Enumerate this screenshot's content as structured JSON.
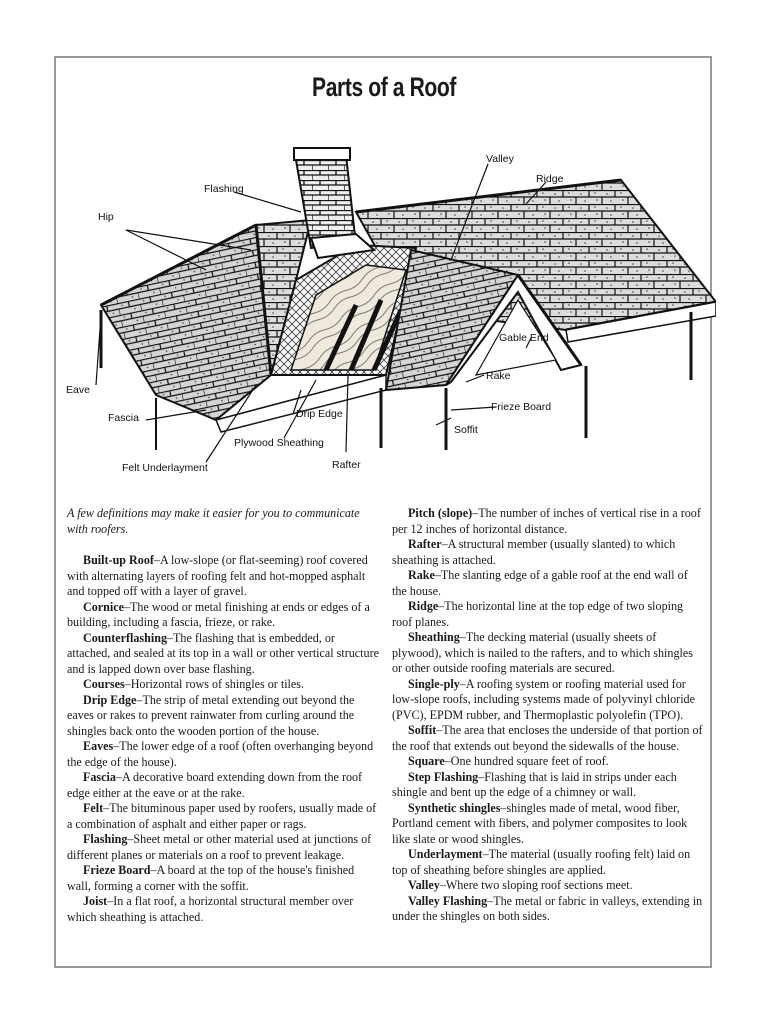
{
  "title": "Parts of a Roof",
  "diagram_labels": {
    "valley": "Valley",
    "ridge": "Ridge",
    "flashing": "Flashing",
    "hip": "Hip",
    "gable_end": "Gable End",
    "eave": "Eave",
    "rake": "Rake",
    "fascia": "Fascia",
    "drip_edge": "Drip Edge",
    "frieze_board": "Frieze Board",
    "soffit": "Soffit",
    "plywood_sheathing": "Plywood Sheathing",
    "rafter": "Rafter",
    "felt_underlayment": "Felt Underlayment"
  },
  "intro": "A few definitions may make it easier for you to communicate with roofers.",
  "left_definitions": [
    {
      "term": "Built-up Roof",
      "text": "–A low-slope (or flat-seeming) roof covered with alternating layers of roofing felt and hot-mopped asphalt and topped off with a layer of gravel."
    },
    {
      "term": "Cornice",
      "text": "–The wood or metal finishing at ends or edges of a building, including a fascia, frieze, or rake."
    },
    {
      "term": "Counterflashing",
      "text": "–The flashing that is embedded, or attached, and sealed at its top in a wall or other vertical structure and is lapped down over base flashing."
    },
    {
      "term": "Courses",
      "text": "–Horizontal rows of shingles or tiles."
    },
    {
      "term": "Drip Edge",
      "text": "–The strip of metal extending out beyond the eaves or rakes to prevent rainwater from curling around the shingles back onto the wooden portion of the house."
    },
    {
      "term": "Eaves",
      "text": "–The lower edge of a roof (often overhanging beyond the edge of the house)."
    },
    {
      "term": "Fascia",
      "text": "–A decorative board extending down from the roof edge either at the eave or at the rake."
    },
    {
      "term": "Felt",
      "text": "–The bituminous paper used by roofers, usually made of a combination of asphalt and either paper or rags."
    },
    {
      "term": "Flashing",
      "text": "–Sheet metal or other material used at junctions of different planes or materials on a roof to prevent leakage."
    },
    {
      "term": "Frieze Board",
      "text": "–A board at the top of the house's finished wall, forming a corner with the soffit."
    },
    {
      "term": "Joist",
      "text": "–In a flat roof, a horizontal structural member over which sheathing is attached."
    }
  ],
  "right_definitions": [
    {
      "term": "Pitch (slope)",
      "text": "–The number of inches of vertical rise in a roof per 12 inches of horizontal distance."
    },
    {
      "term": "Rafter",
      "text": "–A structural member (usually slanted) to which sheathing is attached."
    },
    {
      "term": "Rake",
      "text": "–The slanting edge of a gable roof at the end wall of the house."
    },
    {
      "term": "Ridge",
      "text": "–The horizontal line at the top edge of two sloping roof planes."
    },
    {
      "term": "Sheathing",
      "text": "–The decking material (usually sheets of plywood), which is nailed to the rafters, and to which shingles or other outside roofing materials are secured."
    },
    {
      "term": "Single-ply",
      "text": "–A roofing system or roofing material used for low-slope roofs, including systems made of polyvinyl chloride (PVC), EPDM rubber, and Thermoplastic polyolefin (TPO)."
    },
    {
      "term": "Soffit",
      "text": "–The area that encloses the underside of that portion of the roof that extends out beyond the sidewalls of the house."
    },
    {
      "term": "Square",
      "text": "–One hundred square feet of roof."
    },
    {
      "term": "Step Flashing",
      "text": "–Flashing that is laid in strips under each shingle and bent up the edge of a chimney or wall."
    },
    {
      "term": "Synthetic shingles",
      "text": "–shingles made of metal, wood fiber, Portland cement with fibers, and polymer composites to look like slate or wood shingles."
    },
    {
      "term": "Underlayment",
      "text": "–The material (usually roofing felt) laid on top of sheathing before shingles are applied."
    },
    {
      "term": "Valley",
      "text": "–Where two sloping roof sections meet."
    },
    {
      "term": "Valley Flashing",
      "text": "–The metal or fabric in valleys, extending in under the shingles on both sides."
    }
  ]
}
